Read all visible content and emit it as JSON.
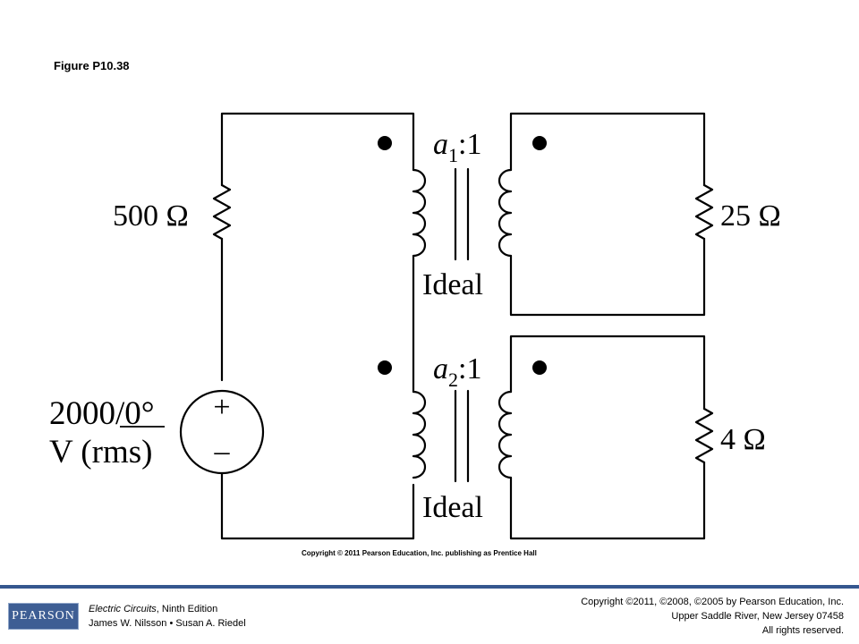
{
  "figure": {
    "title": "Figure P10.38"
  },
  "circuit": {
    "source_label_line1": "2000/0°",
    "source_label_line2": "V (rms)",
    "source_plus": "+",
    "source_minus": "–",
    "primary_resistor": "500 Ω",
    "transformer1": {
      "ratio_var": "a",
      "ratio_sub": "1",
      "ratio_rest": ":1",
      "label": "Ideal"
    },
    "transformer2": {
      "ratio_var": "a",
      "ratio_sub": "2",
      "ratio_rest": ":1",
      "label": "Ideal"
    },
    "load1_resistor": "25 Ω",
    "load2_resistor": "4 Ω"
  },
  "figure_copyright": "Copyright © 2011 Pearson Education, Inc. publishing as Prentice Hall",
  "footer": {
    "logo_text": "PEARSON",
    "book_title": "Electric Circuits",
    "book_edition": ", Ninth Edition",
    "authors": "James W. Nilsson • Susan A. Riedel",
    "copyright_line1": "Copyright ©2011, ©2008, ©2005 by Pearson Education, Inc.",
    "copyright_line2": "Upper Saddle River, New Jersey 07458",
    "copyright_line3": "All rights reserved."
  },
  "colors": {
    "footer_rule": "#35578f",
    "logo_bg": "#3e5e94"
  }
}
